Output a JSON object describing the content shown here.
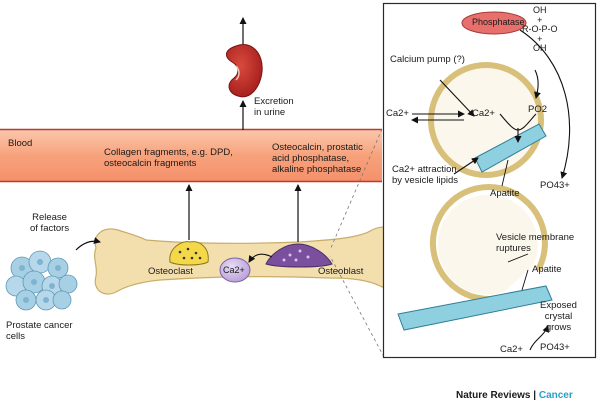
{
  "blood_label": "Blood",
  "excretion_label": "Excretion\nin urine",
  "blood_left_text": "Collagen fragments, e.g. DPD,\nosteocalcin fragments",
  "blood_right_text": "Osteocalcin, prostatic\nacid phosphatase,\nalkaline phosphatase",
  "release_label": "Release\nof factors",
  "prostate_label": "Prostate cancer\ncells",
  "osteoclast_label": "Osteoclast",
  "osteoblast_label": "Osteoblast",
  "calcium_circle": "Ca2+",
  "phosphatase_label": "Phosphatase",
  "phosphate_formula": "OH\n+\nR-O-P-O\n+\nOH",
  "calcium_pump_label": "Calcium pump (?)",
  "ca_left": "Ca2+",
  "ca_inside": "Ca2+",
  "po2_label": "PO2",
  "attraction_label": "Ca2+ attraction\nby vesicle lipids",
  "apatite_top": "Apatite",
  "po4_top": "PO43+",
  "rupture_label": "Vesicle membrane\nruptures",
  "apatite_bottom": "Apatite",
  "exposed_label": "Exposed\ncrystal\ngrows",
  "ca_bottom": "Ca2+",
  "po4_bottom": "PO43+",
  "credit_journal": "Nature Reviews",
  "credit_sep": " | ",
  "credit_section": "Cancer",
  "colors": {
    "blood_band": "#f7a27c",
    "kidney": "#b42320",
    "bone": "#f3dfae",
    "vesicle_membrane": "#d8c07a",
    "apatite": "#8fd0e0",
    "phosphatase": "#e7706d",
    "calcium_cell": "#c9b3e3",
    "osteoblast": "#7a4f9e",
    "osteoclast": "#f5d84a",
    "prostate_cells": "#a8d0e4",
    "credit_accent": "#2a9fc9"
  }
}
